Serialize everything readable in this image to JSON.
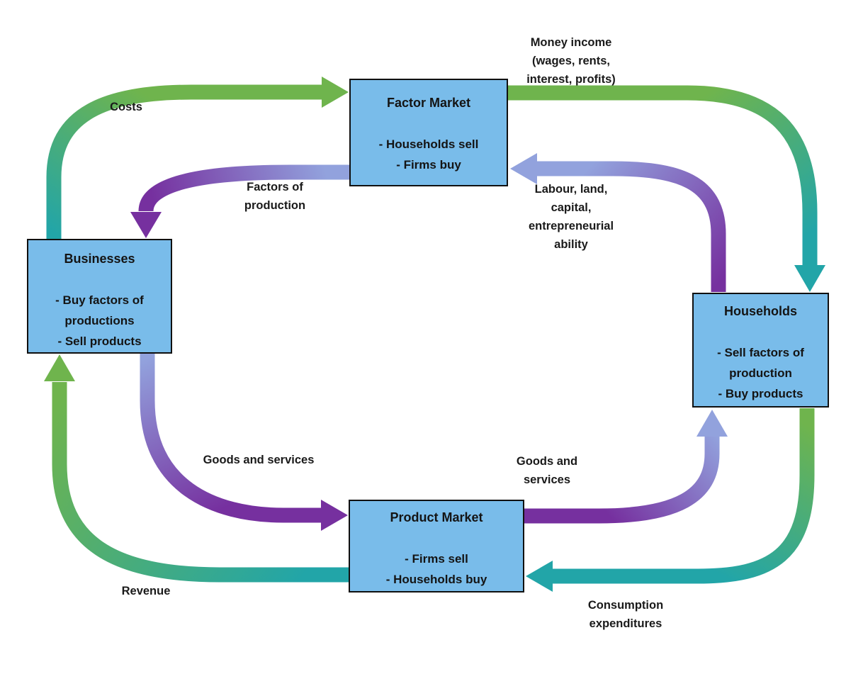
{
  "diagram_type": "circular-flow-diagram",
  "colors": {
    "box_fill": "#79BCEA",
    "box_border": "#101010",
    "green": "#6FB44D",
    "teal": "#22A5A8",
    "purple": "#76309F",
    "periwinkle": "#92A2DD",
    "text": "#1a1a1a"
  },
  "boxes": {
    "factor_market": {
      "title": "Factor Market",
      "items": [
        "- Households sell",
        "- Firms buy"
      ]
    },
    "businesses": {
      "title": "Businesses",
      "items": [
        "- Buy factors of productions",
        "- Sell products"
      ]
    },
    "households": {
      "title": "Households",
      "items": [
        "- Sell factors of production",
        "- Buy products"
      ]
    },
    "product_market": {
      "title": "Product Market",
      "items": [
        "- Firms sell",
        "- Households buy"
      ]
    }
  },
  "arrow_labels": {
    "costs": "Costs",
    "money_income": [
      "Money income",
      "(wages, rents,",
      "interest, profits)"
    ],
    "factors_of_production": [
      "Factors of",
      "production"
    ],
    "labour": [
      "Labour, land,",
      "capital,",
      "entrepreneurial",
      "ability"
    ],
    "goods_services_left": "Goods and services",
    "goods_services_right": [
      "Goods and",
      "services"
    ],
    "revenue": "Revenue",
    "consumption": [
      "Consumption",
      "expenditures"
    ]
  },
  "arrows": [
    {
      "id": "costs",
      "from": "businesses",
      "to": "factor_market",
      "label": "Costs",
      "start_color": "#22A5A8",
      "end_color": "#6FB44D"
    },
    {
      "id": "money_income",
      "from": "factor_market",
      "to": "households",
      "label": "Money income (wages, rents, interest, profits)",
      "start_color": "#6FB44D",
      "end_color": "#22A5A8"
    },
    {
      "id": "labour",
      "from": "households",
      "to": "factor_market",
      "label": "Labour, land, capital, entrepreneurial ability",
      "start_color": "#76309F",
      "end_color": "#92A2DD"
    },
    {
      "id": "factors_of_production",
      "from": "factor_market",
      "to": "businesses",
      "label": "Factors of production",
      "start_color": "#92A2DD",
      "end_color": "#76309F"
    },
    {
      "id": "goods_services_left",
      "from": "businesses",
      "to": "product_market",
      "label": "Goods and services",
      "start_color": "#92A2DD",
      "end_color": "#76309F"
    },
    {
      "id": "goods_services_right",
      "from": "product_market",
      "to": "households",
      "label": "Goods and services",
      "start_color": "#76309F",
      "end_color": "#92A2DD"
    },
    {
      "id": "consumption",
      "from": "households",
      "to": "product_market",
      "label": "Consumption expenditures",
      "start_color": "#6FB44D",
      "end_color": "#22A5A8"
    },
    {
      "id": "revenue",
      "from": "product_market",
      "to": "businesses",
      "label": "Revenue",
      "start_color": "#22A5A8",
      "end_color": "#6FB44D"
    }
  ]
}
